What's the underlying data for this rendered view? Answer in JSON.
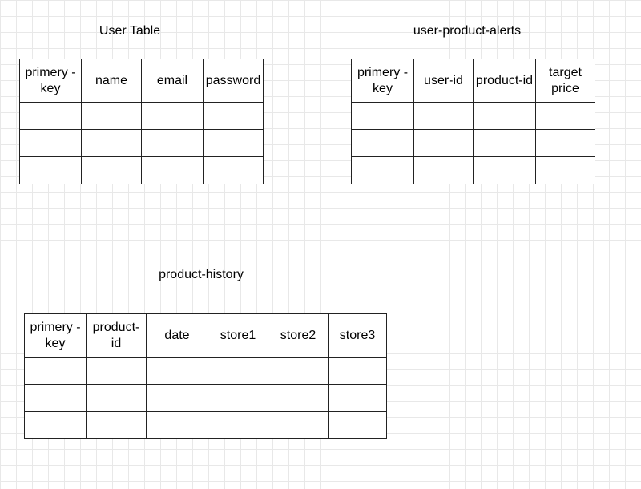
{
  "tables": [
    {
      "title": "User Table",
      "columns": [
        "primery -\nkey",
        "name",
        "email",
        "password"
      ],
      "empty_rows": 3
    },
    {
      "title": "user-product-alerts",
      "columns": [
        "primery -\nkey",
        "user-id",
        "product-id",
        "target\nprice"
      ],
      "empty_rows": 3
    },
    {
      "title": "product-history",
      "columns": [
        "primery -\nkey",
        "product-\nid",
        "date",
        "store1",
        "store2",
        "store3"
      ],
      "empty_rows": 3
    }
  ]
}
